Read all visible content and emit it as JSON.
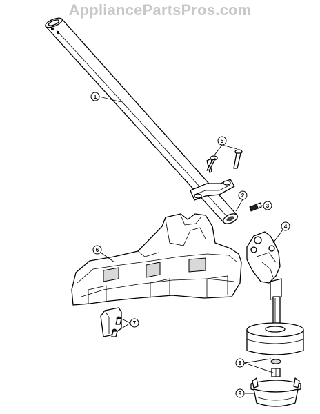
{
  "watermark": "AppliancePartsPros.com",
  "callouts": [
    {
      "id": "callout-1",
      "label": "1"
    },
    {
      "id": "callout-2",
      "label": "2"
    },
    {
      "id": "callout-3",
      "label": "3"
    },
    {
      "id": "callout-4",
      "label": "4"
    },
    {
      "id": "callout-5",
      "label": "5"
    },
    {
      "id": "callout-6",
      "label": "6"
    },
    {
      "id": "callout-7",
      "label": "7"
    },
    {
      "id": "callout-8",
      "label": "8"
    },
    {
      "id": "callout-9",
      "label": "9"
    }
  ]
}
